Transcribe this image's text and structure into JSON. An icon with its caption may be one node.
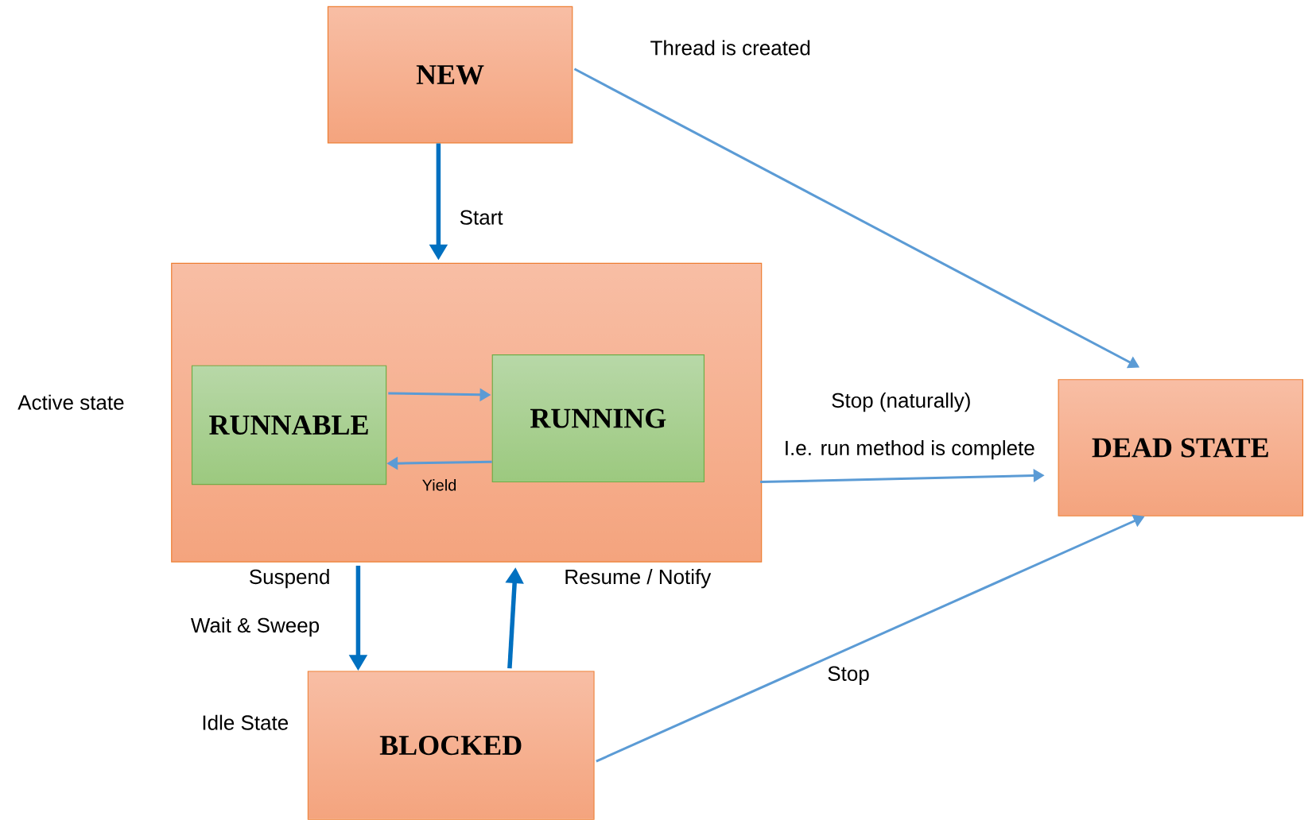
{
  "diagram": {
    "nodes": [
      {
        "text": [
          "NEW"
        ],
        "beside": [
          "Thread is created"
        ]
      },
      {
        "text": [],
        "shape": "box",
        "beside": [
          "Active state"
        ]
      },
      {
        "text": [
          "RUNNABLE"
        ],
        "in": 1
      },
      {
        "text": [
          "RUNNING"
        ],
        "in": 1
      },
      {
        "text": [
          "DEAD STATE"
        ]
      },
      {
        "text": [
          "BLOCKED"
        ],
        "beside": [
          "Idle State"
        ]
      }
    ],
    "edges": [
      {
        "from": 0,
        "to": 1,
        "arrow": "to",
        "label": "Start",
        "style": "thick",
        "color": "#0070c0"
      },
      {
        "from": 0,
        "to": 4,
        "arrow": "to"
      },
      {
        "from": 2,
        "to": 3,
        "arrow": "to"
      },
      {
        "from": 3,
        "to": 2,
        "arrow": "to",
        "label": "Yield"
      },
      {
        "from": 1,
        "to": 4,
        "arrow": "to",
        "label": "Stop (naturally)"
      },
      {
        "from": 1,
        "to": 5,
        "arrow": "to",
        "label": "Suspend",
        "style": "thick",
        "color": "#0070c0"
      },
      {
        "from": 5,
        "to": 1,
        "arrow": "to",
        "label": "Resume / Notify",
        "style": "thick",
        "color": "#0070c0"
      },
      {
        "from": 5,
        "to": 4,
        "arrow": "to",
        "label": "Stop"
      }
    ],
    "labels": [
      "I.e. run method is complete",
      "Wait & Sweep"
    ]
  }
}
